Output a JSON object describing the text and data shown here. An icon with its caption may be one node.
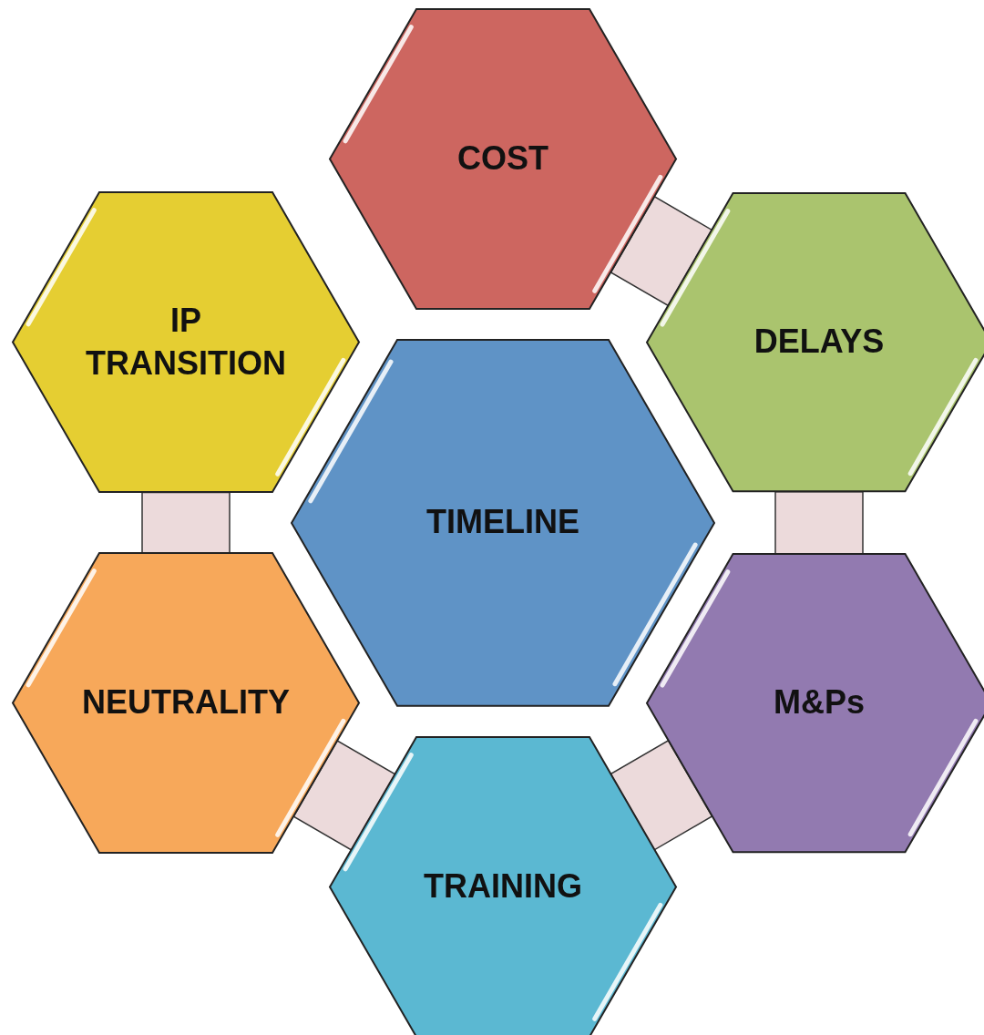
{
  "diagram": {
    "nodes": [
      {
        "text": [
          "COST"
        ]
      },
      {
        "text": [
          "IP TRANSITION"
        ]
      },
      {
        "text": [
          "DELAYS"
        ]
      },
      {
        "text": [
          "TIMELINE"
        ]
      },
      {
        "text": [
          "NEUTRALITY"
        ]
      },
      {
        "text": [
          "M&Ps"
        ]
      },
      {
        "text": [
          "TRAINING"
        ]
      }
    ],
    "edges": [
      {
        "from": 0,
        "to": 2,
        "arrow": "none"
      },
      {
        "from": 2,
        "to": 5,
        "arrow": "none"
      },
      {
        "from": 5,
        "to": 6,
        "arrow": "none"
      },
      {
        "from": 6,
        "to": 4,
        "arrow": "none"
      },
      {
        "from": 4,
        "to": 1,
        "arrow": "none"
      }
    ]
  }
}
